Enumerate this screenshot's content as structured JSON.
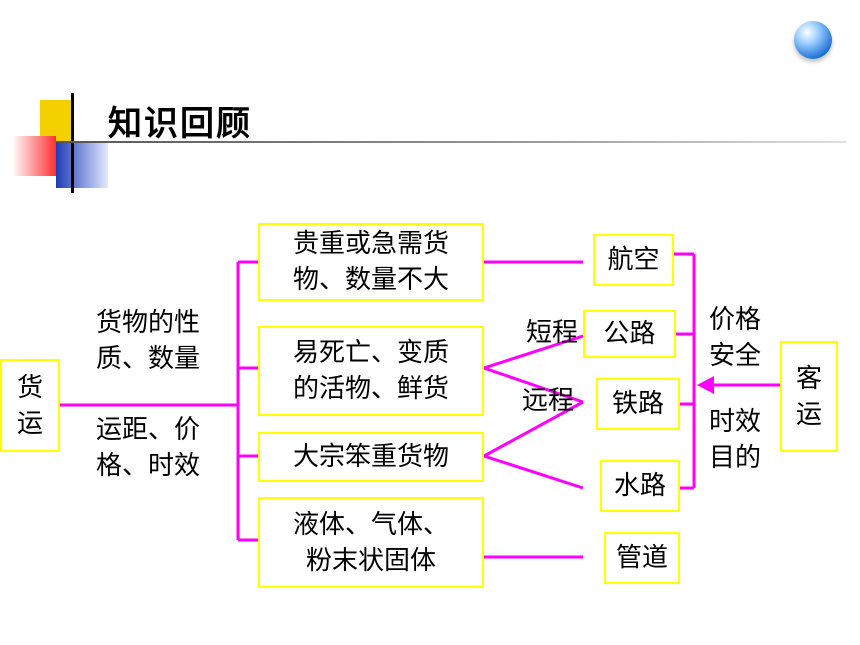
{
  "title": "知识回顾",
  "accent_color": "#ff00ff",
  "box_border_color": "#ffff00",
  "left": {
    "freight": [
      "货",
      "运"
    ],
    "upper_label": [
      "货物的性",
      "质、数量"
    ],
    "lower_label": [
      "运距、价",
      "格、时效"
    ]
  },
  "cargo_types": [
    [
      "贵重或急需货",
      "物、数量不大"
    ],
    [
      "易死亡、变质",
      "的活物、鲜货"
    ],
    [
      "大宗笨重货物"
    ],
    [
      "液体、气体、",
      "粉末状固体"
    ]
  ],
  "distance": {
    "short": "短程",
    "long": "远程"
  },
  "modes": [
    "航空",
    "公路",
    "铁路",
    "水路",
    "管道"
  ],
  "passenger": {
    "label": [
      "客",
      "运"
    ],
    "factors_top": [
      "价格",
      "安全"
    ],
    "factors_bottom": [
      "时效",
      "目的"
    ]
  }
}
